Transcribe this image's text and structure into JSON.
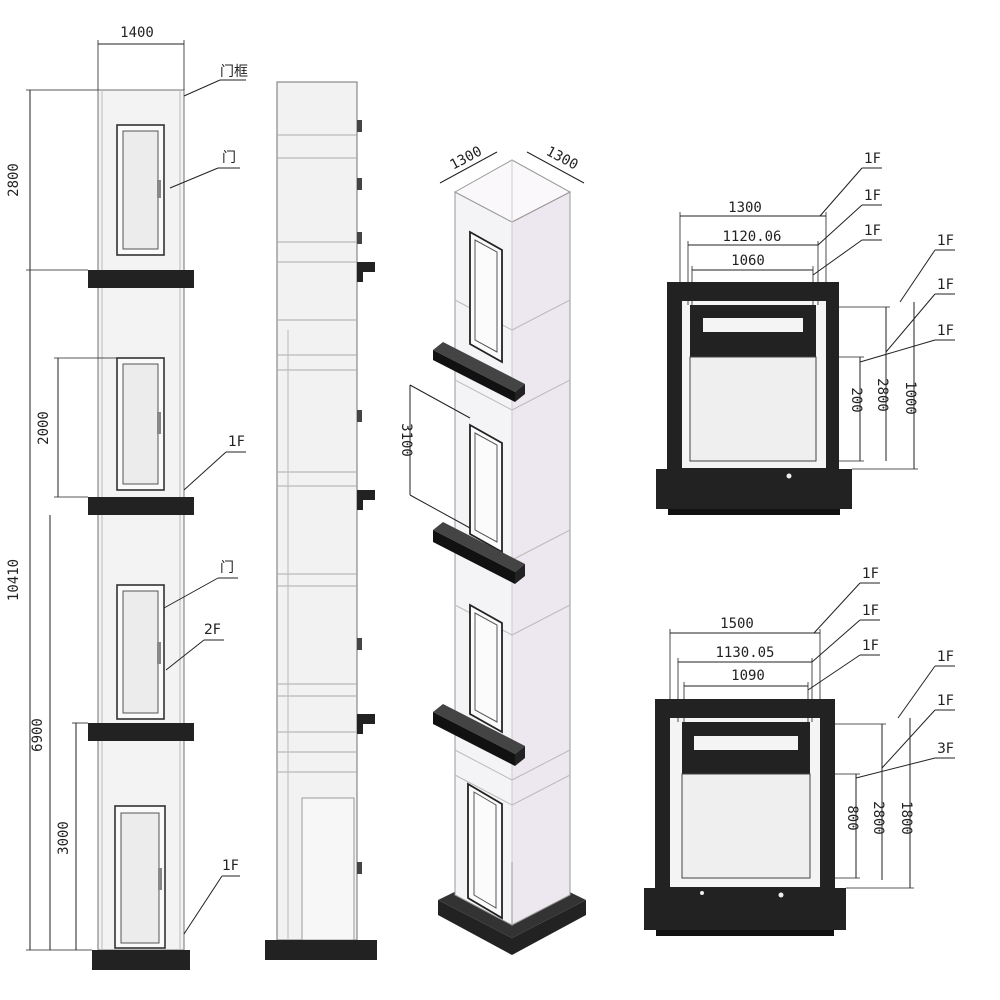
{
  "front_elevation": {
    "width_dim": "1400",
    "top_height_dim": "2800",
    "total_height_dim": "10410",
    "floor_height_dim": "2000",
    "mid_height_dim": "6900",
    "lower_height_dim": "3000",
    "callouts": {
      "door_frame": "门框",
      "door_top": "门",
      "floor_1f": "1F",
      "door_mid": "门",
      "floor_2f": "2F",
      "floor_bottom_1f": "1F"
    }
  },
  "isometric": {
    "width_dim": "1300",
    "depth_dim": "1300",
    "floor_height_dim": "3100"
  },
  "plan_top": {
    "overall_width": "1300",
    "inner_width": "1120.06",
    "door_width": "1060",
    "dim_200": "200",
    "dim_2800": "2800",
    "dim_1000": "1000",
    "labels": [
      "1F",
      "1F",
      "1F",
      "1F",
      "1F",
      "1F"
    ]
  },
  "plan_bottom": {
    "overall_width": "1500",
    "inner_width": "1130.05",
    "door_width": "1090",
    "dim_800": "800",
    "dim_2800": "2800",
    "dim_1800": "1800",
    "labels": [
      "1F",
      "1F",
      "1F",
      "1F",
      "1F",
      "3F"
    ]
  }
}
